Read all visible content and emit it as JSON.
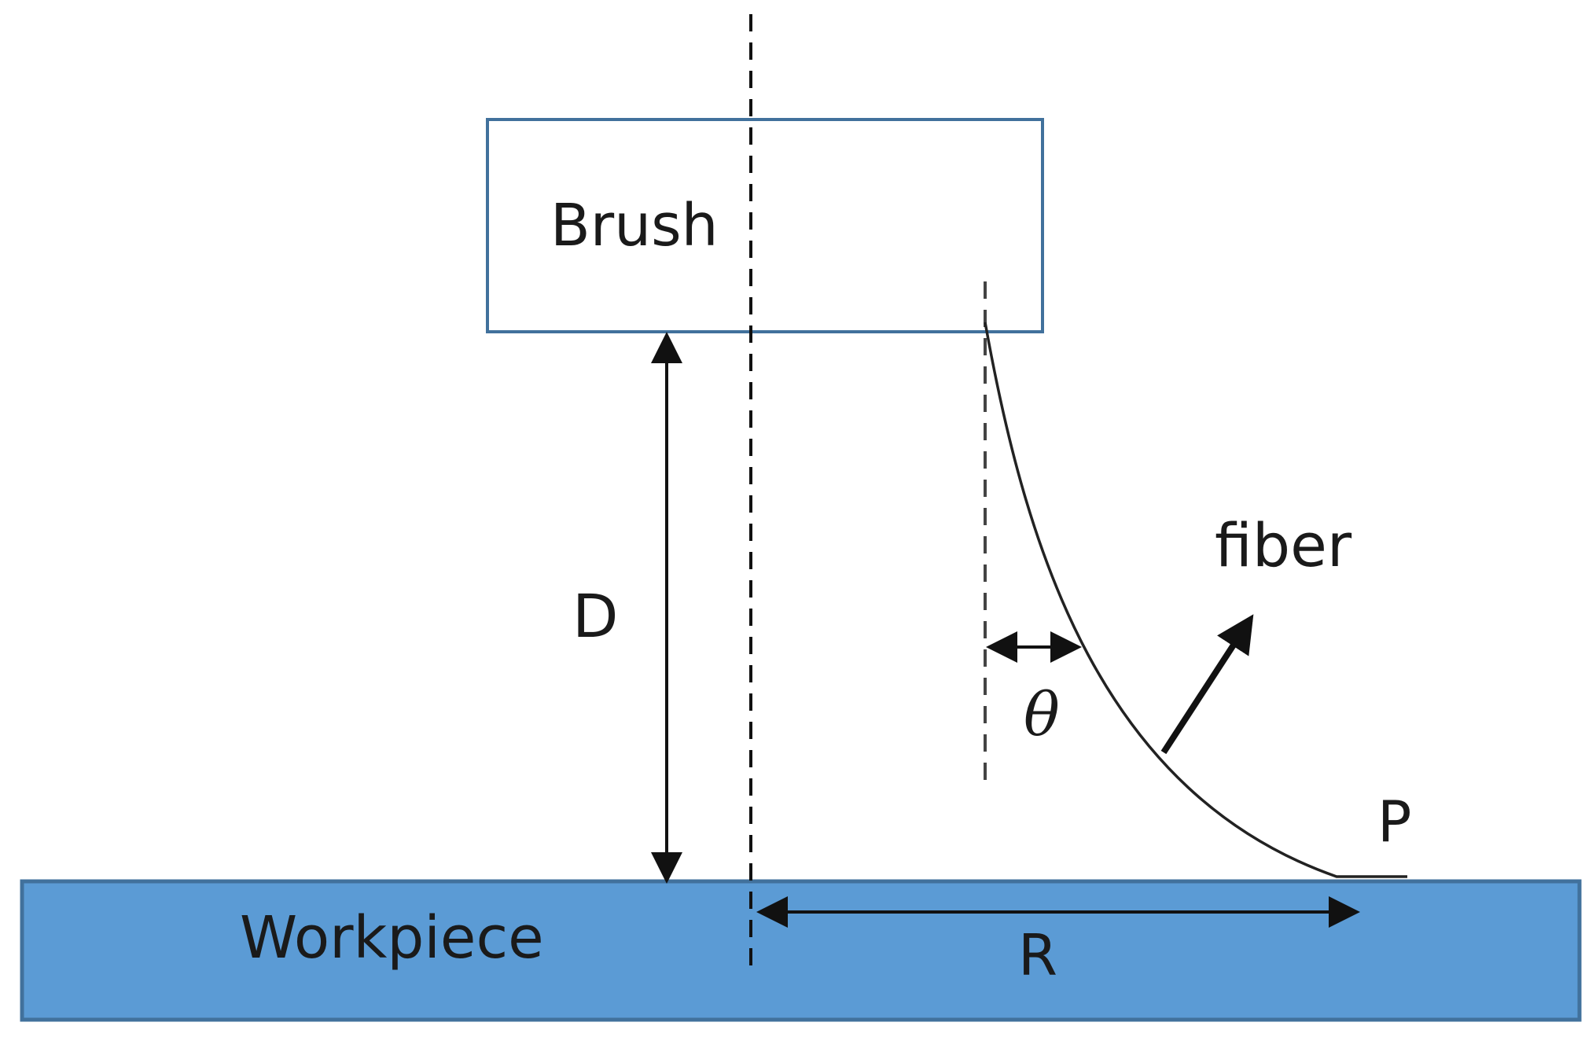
{
  "labels": {
    "brush": "Brush",
    "workpiece": "Workpiece",
    "fiber": "fiber",
    "distance": "D",
    "angle": "θ",
    "radius": "R",
    "point": "P"
  },
  "colors": {
    "workpiece_fill": "#5b9bd5",
    "brush_stroke": "#41719c",
    "workpiece_stroke": "#41719c",
    "line": "#111111"
  }
}
